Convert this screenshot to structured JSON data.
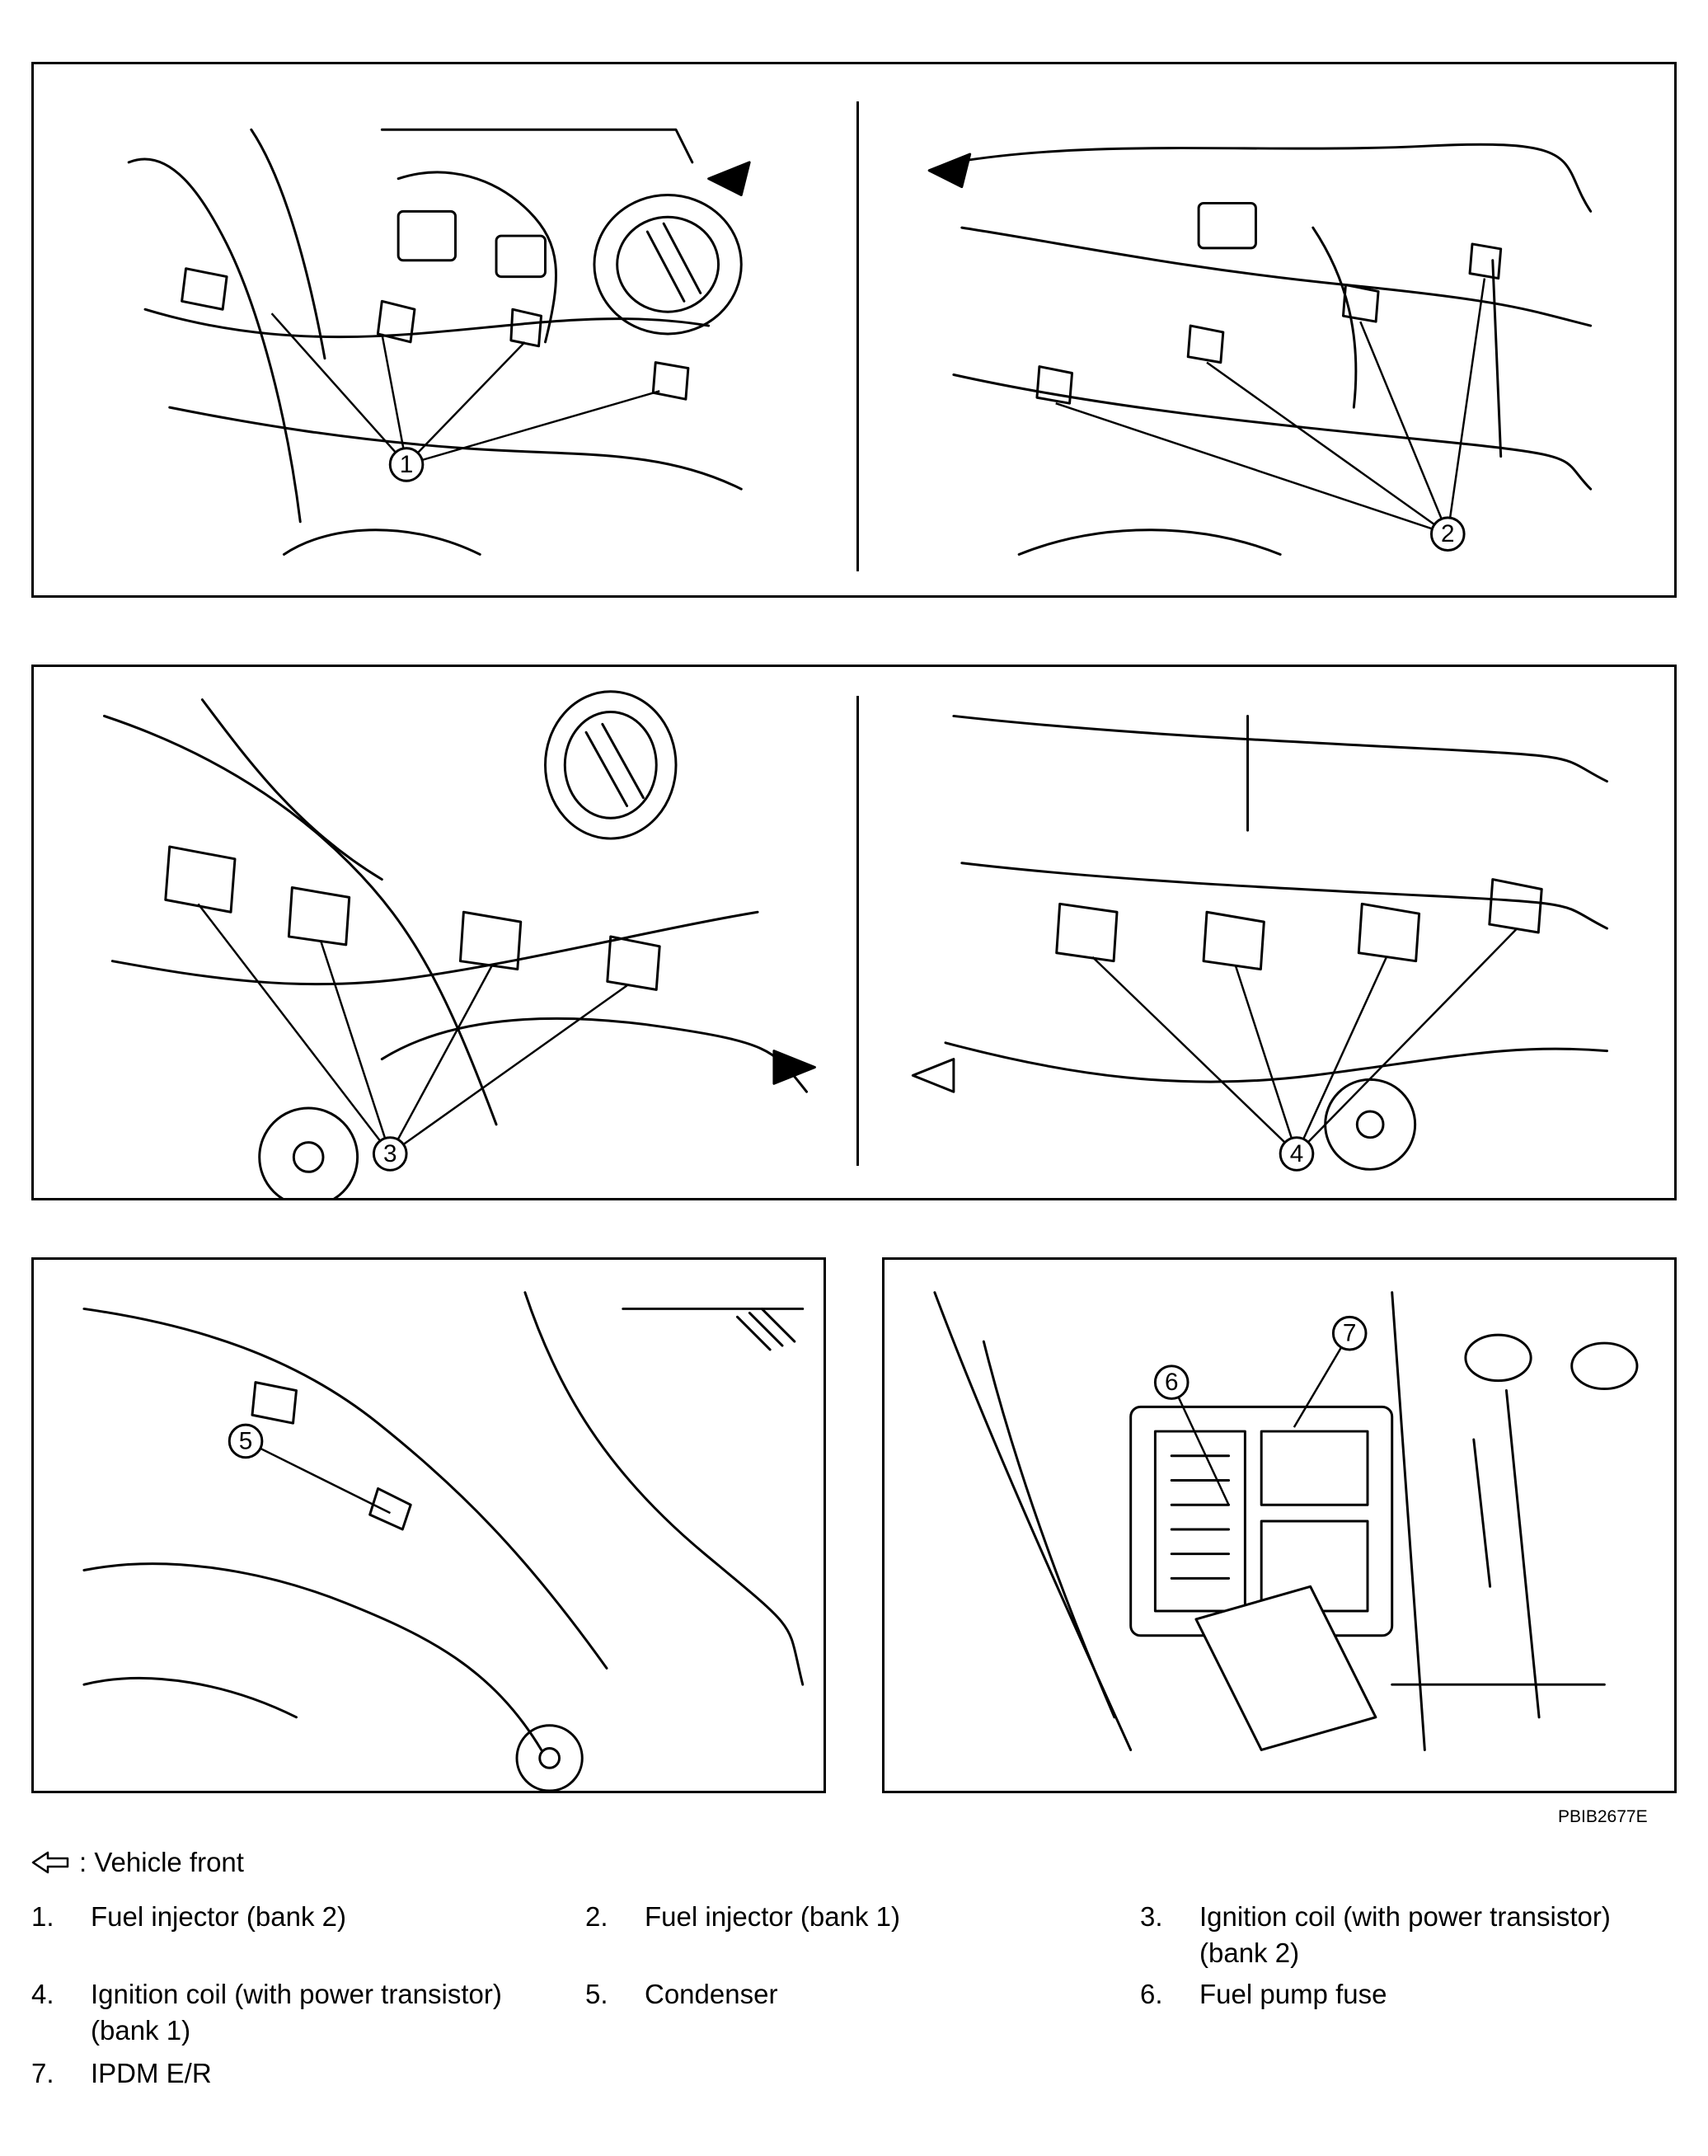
{
  "figure_code": "PBIB2677E",
  "front_legend": {
    "icon": "open-arrow-left-icon",
    "label": ": Vehicle front"
  },
  "callouts": [
    "1",
    "2",
    "3",
    "4",
    "5",
    "6",
    "7"
  ],
  "legend": [
    {
      "num": "1.",
      "text": "Fuel injector (bank 2)"
    },
    {
      "num": "2.",
      "text": "Fuel injector (bank 1)"
    },
    {
      "num": "3.",
      "text": "Ignition coil (with power transistor) (bank 2)"
    },
    {
      "num": "4.",
      "text": "Ignition coil (with power transistor) (bank 1)"
    },
    {
      "num": "5.",
      "text": "Condenser"
    },
    {
      "num": "6.",
      "text": "Fuel pump fuse"
    },
    {
      "num": "7.",
      "text": "IPDM E/R"
    }
  ],
  "colors": {
    "ink": "#000000",
    "paper": "#ffffff"
  }
}
